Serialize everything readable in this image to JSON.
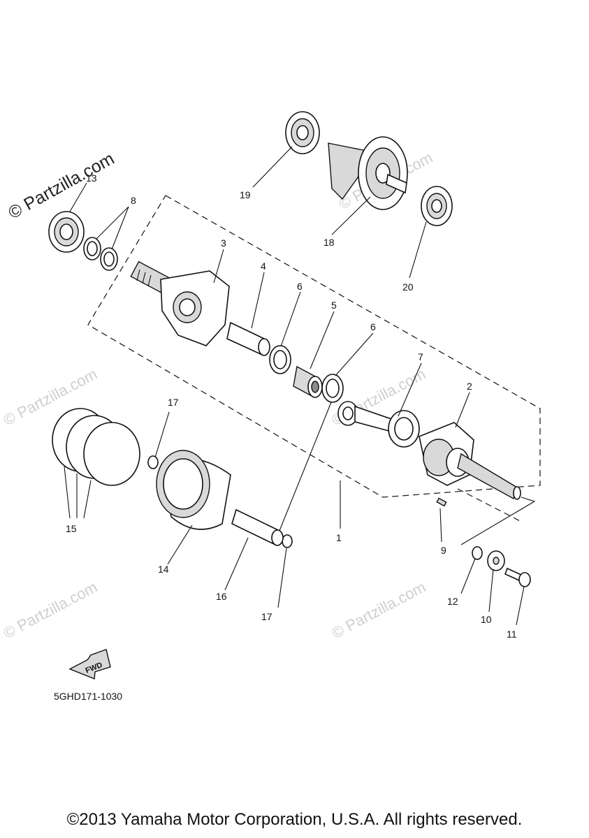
{
  "watermark": {
    "brand": "© Partzilla.com",
    "faint": "© Partzilla.com"
  },
  "callouts": {
    "p1": "1",
    "p2": "2",
    "p3": "3",
    "p4": "4",
    "p5": "5",
    "p6a": "6",
    "p6b": "6",
    "p7": "7",
    "p8": "8",
    "p9": "9",
    "p10": "10",
    "p11": "11",
    "p12": "12",
    "p13": "13",
    "p14": "14",
    "p15": "15",
    "p16": "16",
    "p17a": "17",
    "p17b": "17",
    "p18": "18",
    "p19": "19",
    "p20": "20"
  },
  "fwd_label": "FWD",
  "drawing_code": "5GHD171-1030",
  "copyright": "©2013 Yamaha Motor Corporation, U.S.A. All rights reserved."
}
